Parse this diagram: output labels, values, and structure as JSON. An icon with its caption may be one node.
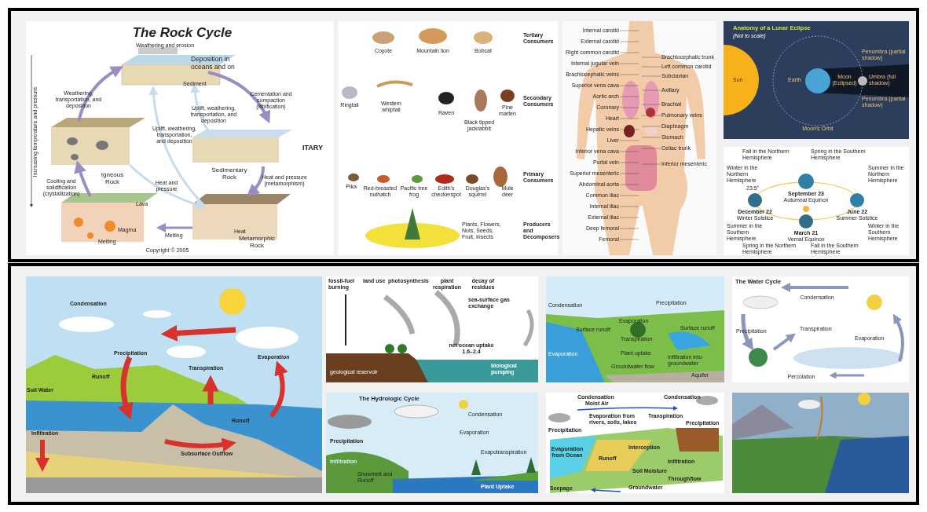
{
  "diagram": {
    "nodes": [
      {
        "text": [
          "Internal carotid"
        ]
      },
      {
        "text": [
          "External carotid"
        ]
      },
      {
        "text": [
          "Brachiocephalic trunk"
        ]
      },
      {
        "text": [
          "Right common carotid"
        ]
      },
      {
        "text": [
          "Left common carotid"
        ]
      },
      {
        "text": [
          "Internal jugular vein"
        ]
      },
      {
        "text": [
          "Subclavian"
        ]
      },
      {
        "text": [
          "Brachiocephalic veins"
        ]
      },
      {
        "text": [
          "Superior vena cava"
        ]
      },
      {
        "text": [
          "Aortic arch"
        ]
      },
      {
        "text": [
          "Axillary"
        ]
      },
      {
        "text": [
          "Coronary"
        ]
      },
      {
        "text": [
          "Brachial"
        ]
      },
      {
        "text": [
          "Heart"
        ]
      },
      {
        "text": [
          "Pulmonary veins"
        ]
      },
      {
        "text": [
          "Hepatic veins"
        ]
      },
      {
        "text": [
          "Liver"
        ]
      },
      {
        "text": [
          "Diaphragm"
        ]
      },
      {
        "text": [
          "Inferior vena cava"
        ]
      },
      {
        "text": [
          "Stomach"
        ]
      },
      {
        "text": [
          "Portal vein"
        ]
      },
      {
        "text": [
          "Celiac trunk"
        ]
      },
      {
        "text": [
          "Superior mesenteric"
        ]
      },
      {
        "text": [
          "Inferior mesenteric"
        ]
      },
      {
        "text": [
          "Abdominal aorta"
        ]
      },
      {
        "text": [
          "Common iliac"
        ]
      },
      {
        "text": [
          "Internal iliac"
        ]
      },
      {
        "text": [
          "External iliac"
        ]
      },
      {
        "text": [
          "Deep femoral"
        ]
      },
      {
        "text": [
          "Femoral"
        ]
      }
    ],
    "edges": [
      {
        "from": 0,
        "to": null,
        "arrow": "none"
      },
      {
        "from": 1,
        "to": null,
        "arrow": "none"
      },
      {
        "from": 2,
        "to": null,
        "arrow": "none"
      },
      {
        "from": 3,
        "to": null,
        "arrow": "none"
      },
      {
        "from": 4,
        "to": null,
        "arrow": "none"
      },
      {
        "from": 5,
        "to": null,
        "arrow": "none"
      },
      {
        "from": 6,
        "to": null,
        "arrow": "none"
      },
      {
        "from": 7,
        "to": null,
        "arrow": "none"
      },
      {
        "from": 8,
        "to": null,
        "arrow": "none"
      },
      {
        "from": 9,
        "to": null,
        "arrow": "none"
      },
      {
        "from": 10,
        "to": null,
        "arrow": "none"
      },
      {
        "from": 11,
        "to": null,
        "arrow": "none"
      },
      {
        "from": 12,
        "to": null,
        "arrow": "none"
      },
      {
        "from": 13,
        "to": null,
        "arrow": "none"
      },
      {
        "from": 14,
        "to": null,
        "arrow": "none"
      },
      {
        "from": 15,
        "to": null,
        "arrow": "none"
      },
      {
        "from": 16,
        "to": null,
        "arrow": "none"
      },
      {
        "from": 17,
        "to": null,
        "arrow": "none"
      },
      {
        "from": 18,
        "to": null,
        "arrow": "none"
      },
      {
        "from": 19,
        "to": null,
        "arrow": "none"
      },
      {
        "from": 20,
        "to": null,
        "arrow": "none"
      },
      {
        "from": 21,
        "to": null,
        "arrow": "none"
      },
      {
        "from": 22,
        "to": null,
        "arrow": "none"
      },
      {
        "from": 23,
        "to": null,
        "arrow": "none"
      },
      {
        "from": 24,
        "to": null,
        "arrow": "none"
      },
      {
        "from": 25,
        "to": null,
        "arrow": "none"
      },
      {
        "from": 26,
        "to": null,
        "arrow": "none"
      },
      {
        "from": 27,
        "to": null,
        "arrow": "none"
      },
      {
        "from": 28,
        "to": null,
        "arrow": "none"
      },
      {
        "from": 29,
        "to": null,
        "arrow": "none"
      }
    ],
    "labels": [
      "The Rock Cycle",
      "Weathering and erosion",
      "Deposition in oceans and on",
      "Sediment",
      "Weathering, transportation, and deposition",
      "Cementation and compaction (lithification)",
      "Uplift, weathering, transportation, and deposition",
      "Uplift, weathering, transportation, and deposition",
      "ITARY",
      "Igneous Rock",
      "Sedimentary Rock",
      "Increasing temperature and pressure",
      "Cooling and solidification (crystallization)",
      "Heat and pressure",
      "Heat and pressure (metamorphism)",
      "Lava",
      "Magma",
      "Melting",
      "Melting",
      "Heat",
      "Metamorphic Rock",
      "Copyright © 2005",
      "Tertiary Consumers",
      "Coyote",
      "Mountain lion",
      "Bobcat",
      "Ringtail",
      "Western whiptail",
      "Secondary Consumers",
      "Raven",
      "Pine marten",
      "Black tipped jackrabbit",
      "Primary Consumers",
      "Pika",
      "Red-breasted nuthatch",
      "Pacific tree frog",
      "Edith's checkerspot",
      "Douglas's squirrel",
      "Mule deer",
      "Plants, Flowers, Nuts, Seeds, Fruit, Insects",
      "Producers and Decomposers",
      "Anatomy of a Lunar Eclipse",
      "(Not to scale)",
      "Penumbra (partial shadow)",
      "Sun",
      "Earth",
      "Moon (Eclipsed)",
      "Umbra (full shadow)",
      "Penumbra (partial shadow)",
      "Moon's Orbit",
      "Fall in the Northern Hemisphere",
      "Spring in the Southern Hemisphere",
      "Winter in the Northern Hemisphere",
      "23.5°",
      "Summer in the Northern Hemisphere",
      "September 23",
      "Autumnal Equinox",
      "December 22",
      "Winter Solstice",
      "June 22",
      "Summer Solstice",
      "Summer in the Southern Hemisphere",
      "Winter in the Southern Hemisphere",
      "March 21",
      "Vernal Equinox",
      "Spring in the Northern Hemisphere",
      "Fall in the Southern Hemisphere",
      "Condensation",
      "Precipitation",
      "Transpiration",
      "Evaporation",
      "Runoff",
      "Soil Water",
      "Runoff",
      "Infiltration",
      "Subsurface Outflow",
      "fossil-fuel burning",
      "land use",
      "photosynthesis",
      "plant respiration",
      "decay of residues",
      "sea-surface gas exchange",
      "net ocean uptake",
      "1.6–2.4",
      "biological pumping",
      "geological reservoir",
      "Condensation",
      "Precipitation",
      "Evaporation",
      "Surface runoff",
      "Surface runoff",
      "Transpiration",
      "Evaporation",
      "Plant uptake",
      "Groundwater flow",
      "Infiltration into groundwater",
      "Aquifer",
      "The Water Cycle",
      "Condensation",
      "Precipitation",
      "Transpiration",
      "Evaporation",
      "Percolation",
      "The Hydrologic Cycle",
      "Condensation",
      "Precipitation",
      "Evaporation",
      "Evapotranspiration",
      "Infiltration",
      "Snowmelt and Runoff",
      "Plant Uptake",
      "Condensation",
      "Moist Air",
      "Condensation",
      "Evaporation from rivers, soils, lakes",
      "Transpiration",
      "Precipitation",
      "Precipitation",
      "Evaporation from Ocean",
      "Interception",
      "Runoff",
      "Infiltration",
      "Soil Moisture",
      "Throughflow",
      "Seepage",
      "Groundwater"
    ]
  }
}
